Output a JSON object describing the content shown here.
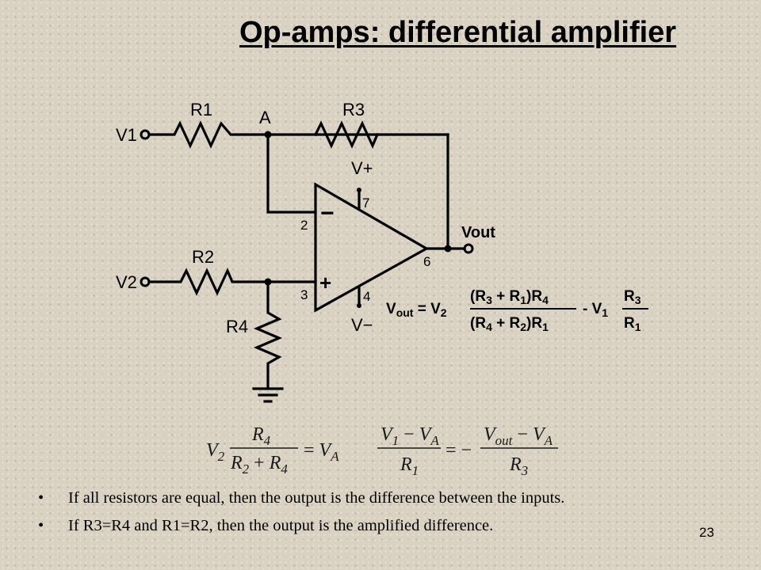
{
  "slide": {
    "title": "Op-amps: differential amplifier",
    "page_number": "23"
  },
  "circuit": {
    "labels": {
      "v1": "V1",
      "v2": "V2",
      "r1": "R1",
      "r2": "R2",
      "r3": "R3",
      "r4": "R4",
      "node_a": "A",
      "v_plus": "V+",
      "v_minus": "V−",
      "vout": "Vout",
      "pin2": "2",
      "pin3": "3",
      "pin4": "4",
      "pin6": "6",
      "pin7": "7",
      "inverting_sign": "−",
      "noninverting_sign": "+"
    }
  },
  "equations": {
    "output_formula": "Vout = V2 (R3 + R1)R4 / (R4 + R2)R1 − V1 R3/R1",
    "divider_formula": "V2 R4/(R2 + R4) = VA",
    "node_formula": "(V1 − VA)/R1 = −(Vout − VA)/R3"
  },
  "bullets": [
    "If all resistors are equal, then the output is the difference between the inputs.",
    "If R3=R4 and R1=R2, then the output is the amplified difference."
  ],
  "bullet_symbol": "•"
}
